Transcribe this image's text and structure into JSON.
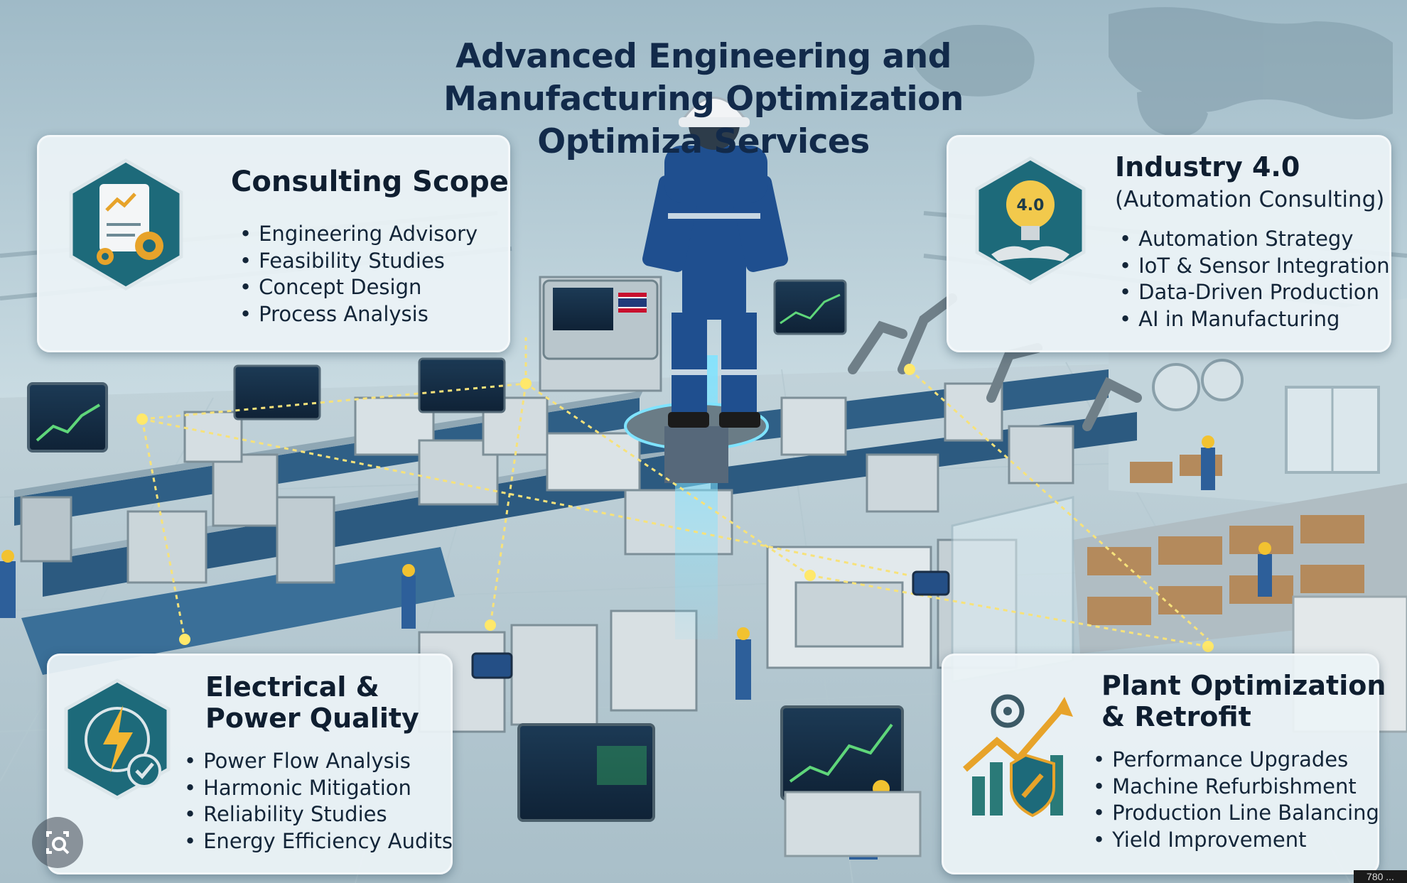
{
  "title": {
    "line1": "Advanced Engineering and",
    "line2": "Manufacturing Optimization",
    "line3": "Optimiza Services"
  },
  "cards": {
    "consulting": {
      "title": "Consulting Scope",
      "icon": "document-gear-icon",
      "items": [
        "Engineering Advisory",
        "Feasibility Studies",
        "Concept Design",
        "Process Analysis"
      ]
    },
    "industry": {
      "title": "Industry 4.0",
      "subtitle": "(Automation Consulting)",
      "icon": "lightbulb-robot-hand-icon",
      "icon_text": "4.0",
      "items": [
        "Automation Strategy",
        "IoT & Sensor Integration",
        "Data-Driven Production",
        "AI in Manufacturing"
      ]
    },
    "electrical": {
      "title_line1": "Electrical &",
      "title_line2": "Power Quality",
      "icon": "lightning-check-icon",
      "items": [
        "Power Flow Analysis",
        "Harmonic Mitigation",
        "Reliability Studies",
        "Energy Efficiency Audits"
      ]
    },
    "plant": {
      "title_line1": "Plant Optimization",
      "title_line2": "& Retrofit",
      "icon": "growth-chart-shield-icon",
      "items": [
        "Performance Upgrades",
        "Machine Refurbishment",
        "Production Line Balancing",
        "Yield Improvement"
      ]
    }
  },
  "overlay": {
    "lens_icon": "image-search-lens-icon",
    "size_badge": "780 ..."
  },
  "colors": {
    "title": "#122a4a",
    "card_bg": "#ecf3f6",
    "icon_hex": "#1d6a7a",
    "gold": "#f2b632",
    "worker_suit": "#1f4f8f"
  }
}
